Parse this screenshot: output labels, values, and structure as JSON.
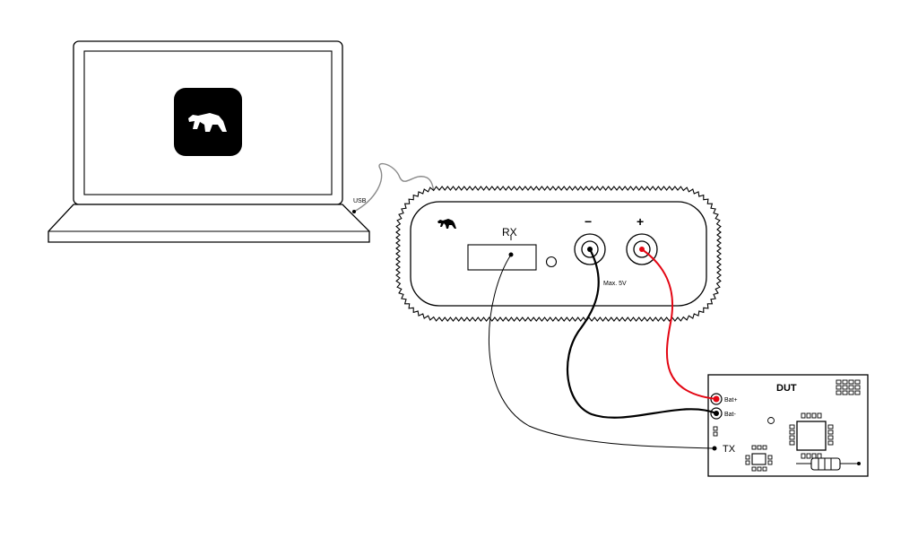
{
  "laptop": {
    "app_icon": "polar-bear-logo-icon"
  },
  "cable": {
    "usb_label": "USB"
  },
  "device": {
    "logo": "polar-bear-logo-icon",
    "rx_label": "RX",
    "minus_label": "−",
    "plus_label": "+",
    "max_voltage_label": "Max. 5V"
  },
  "dut": {
    "title": "DUT",
    "bat_plus_label": "Bat+",
    "bat_minus_label": "Bat-",
    "tx_label": "TX"
  },
  "colors": {
    "positive_wire": "#e30613",
    "negative_wire": "#000000",
    "line": "#000000",
    "icon_bg": "#000000"
  }
}
